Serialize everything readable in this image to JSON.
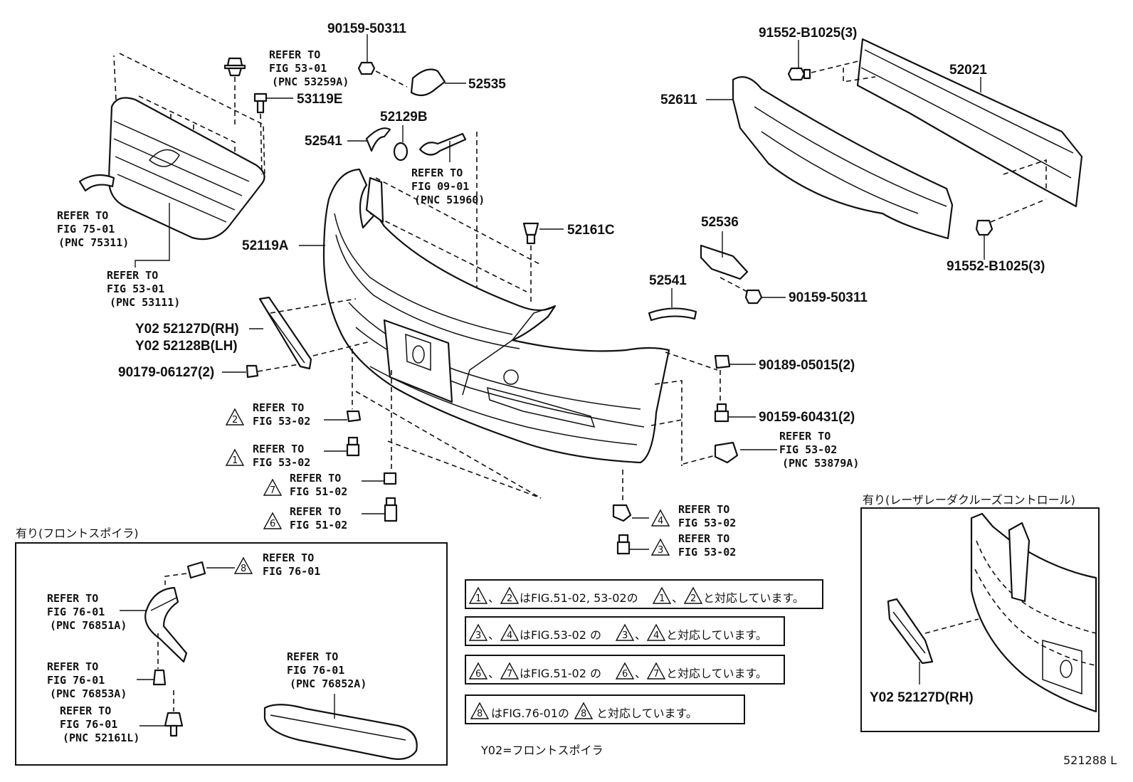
{
  "parts": {
    "p90159_50311_top": "90159-50311",
    "p52535": "52535",
    "p53119E": "53119E",
    "p52129B": "52129B",
    "p52541_a": "52541",
    "p91552_top": "91552-B1025(3)",
    "p52021": "52021",
    "p52611": "52611",
    "p91552_bottom": "91552-B1025(3)",
    "p52161C": "52161C",
    "p52119A": "52119A",
    "p52536": "52536",
    "p90159_50311_right": "90159-50311",
    "p52541_b": "52541",
    "p52127D": "Y02 52127D(RH)",
    "p52128B": "Y02 52128B(LH)",
    "p90179": "90179-06127(2)",
    "p90189": "90189-05015(2)",
    "p90159_60431": "90159-60431(2)",
    "p52127D_inset": "Y02 52127D(RH)"
  },
  "refs": {
    "ref_53259A": [
      "REFER TO",
      "FIG 53-01",
      "(PNC 53259A)"
    ],
    "ref_51960": [
      "REFER TO",
      "FIG 09-01",
      "(PNC 51960)"
    ],
    "ref_75311": [
      "REFER TO",
      "FIG 75-01",
      "(PNC 75311)"
    ],
    "ref_53111": [
      "REFER TO",
      "FIG 53-01",
      "(PNC 53111)"
    ],
    "ref_53879A": [
      "REFER TO",
      "FIG 53-02",
      "(PNC 53879A)"
    ],
    "ref_76851A": [
      "REFER TO",
      "FIG 76-01",
      "(PNC 76851A)"
    ],
    "ref_76853A": [
      "REFER TO",
      "FIG 76-01",
      "(PNC 76853A)"
    ],
    "ref_52161L": [
      "REFER TO",
      "FIG 76-01",
      "(PNC 52161L)"
    ],
    "ref_76852A": [
      "REFER TO",
      "FIG 76-01",
      "(PNC 76852A)"
    ]
  },
  "callouts": [
    {
      "num": "2",
      "lines": [
        "REFER TO",
        "FIG 53-02"
      ]
    },
    {
      "num": "1",
      "lines": [
        "REFER TO",
        "FIG 53-02"
      ]
    },
    {
      "num": "7",
      "lines": [
        "REFER TO",
        "FIG 51-02"
      ]
    },
    {
      "num": "6",
      "lines": [
        "REFER TO",
        "FIG 51-02"
      ]
    },
    {
      "num": "4",
      "lines": [
        "REFER TO",
        "FIG 53-02"
      ]
    },
    {
      "num": "3",
      "lines": [
        "REFER TO",
        "FIG 53-02"
      ]
    },
    {
      "num": "8",
      "lines": [
        "REFER TO",
        "FIG 76-01"
      ]
    }
  ],
  "notes": [
    {
      "a": "1",
      "b": "2",
      "text_mid": "はFIG.51-02, 53-02の",
      "text_end": "と対応しています。"
    },
    {
      "a": "3",
      "b": "4",
      "text_mid": "はFIG.53-02 の",
      "text_end": "と対応しています。"
    },
    {
      "a": "6",
      "b": "7",
      "text_mid": "はFIG.51-02 の",
      "text_end": "と対応しています。"
    },
    {
      "a": "8",
      "text_mid": "はFIG.76-01の",
      "text_end": "と対応しています。"
    }
  ],
  "insets": {
    "spoiler_title": "有り(フロントスポイラ)",
    "radar_title": "有り(レーザレーダクルーズコントロール)"
  },
  "footer": {
    "legend": "Y02=フロントスポイラ",
    "fig_code": "521288 L"
  }
}
